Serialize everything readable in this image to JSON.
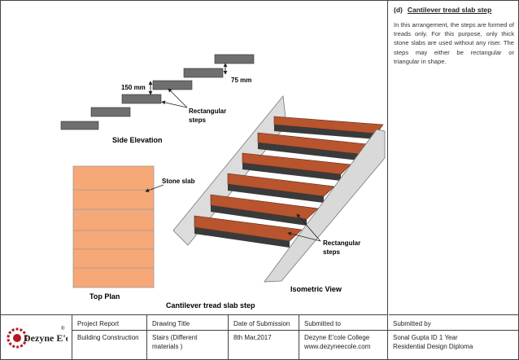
{
  "drawing": {
    "side_elevation": {
      "title": "Side Elevation",
      "label_150": "150 mm",
      "label_75": "75 mm",
      "label_rect_steps": [
        "Rectangular",
        "steps"
      ]
    },
    "top_plan": {
      "title": "Top Plan",
      "label_stone_slab": "Stone slab"
    },
    "isometric": {
      "title": "Isometric View",
      "label_rect_steps": [
        "Rectangular",
        "steps"
      ]
    },
    "caption": "Cantilever tread slab step"
  },
  "description": {
    "index": "(d)",
    "heading": "Cantilever tread slab step",
    "body": "In this arrangement, the steps are formed of treads only. For this purpose, only thick stone slabs are used without any riser. The steps may either be rectangular or triangular in shape."
  },
  "title_block": {
    "logo_text": "Dezyne E'cole",
    "columns": [
      {
        "header": "Project Report",
        "value": "Building Construction"
      },
      {
        "header": "Drawing Title",
        "value": "Stairs (Different materials )"
      },
      {
        "header": "Date of Submission",
        "value": "8th Mar,2017"
      },
      {
        "header": "Submitted to",
        "value": "Dezyne E'cole College www.dezyneecole.com"
      },
      {
        "header": "Submitted by",
        "value": "Sonal Gupta ID 1 Year Residential Design Diploma"
      }
    ]
  },
  "colors": {
    "step_grey": "#6f6f6f",
    "tread_brown": "#b8542e",
    "tread_dark": "#3a3a3a",
    "stringer_grey": "#d9d9d9",
    "slab_orange": "#f7a877",
    "logo_red": "#b5181f"
  }
}
